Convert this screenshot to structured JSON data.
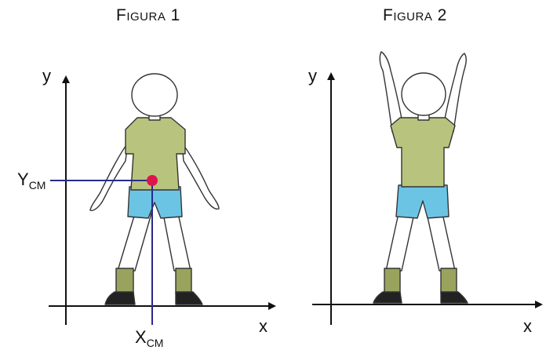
{
  "figures": [
    {
      "title_cap": "F",
      "title_rest": "IGURA",
      "title_num": " 1",
      "axis_x_label": "x",
      "axis_y_label": "y",
      "ycm_main": "Y",
      "ycm_sub": "CM",
      "xcm_main": "X",
      "xcm_sub": "CM",
      "pose": "arms-down"
    },
    {
      "title_cap": "F",
      "title_rest": "IGURA",
      "title_num": " 2",
      "axis_x_label": "x",
      "axis_y_label": "y",
      "pose": "arms-up"
    }
  ],
  "colors": {
    "shirt": "#b8c47e",
    "shorts": "#6cc4e4",
    "socks": "#9aa35e",
    "shoes": "#222222",
    "outline": "#333333",
    "cm_lines": "#2a2a8a",
    "cm_dot": "#e0144c",
    "axes": "#111111"
  }
}
